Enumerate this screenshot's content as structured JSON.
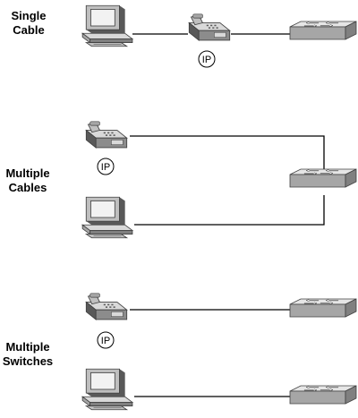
{
  "sections": [
    {
      "id": "single-cable",
      "label_lines": [
        "Single",
        "Cable"
      ]
    },
    {
      "id": "multiple-cables",
      "label_lines": [
        "Multiple",
        "Cables"
      ]
    },
    {
      "id": "multiple-switches",
      "label_lines": [
        "Multiple",
        "Switches"
      ]
    }
  ],
  "ip_badge": "IP",
  "icons": [
    "pc-icon",
    "ip-phone-icon",
    "switch-icon"
  ],
  "colors": {
    "line": "#000000",
    "device_light": "#d9d9d9",
    "device_mid": "#a6a6a6",
    "device_dark": "#595959"
  }
}
